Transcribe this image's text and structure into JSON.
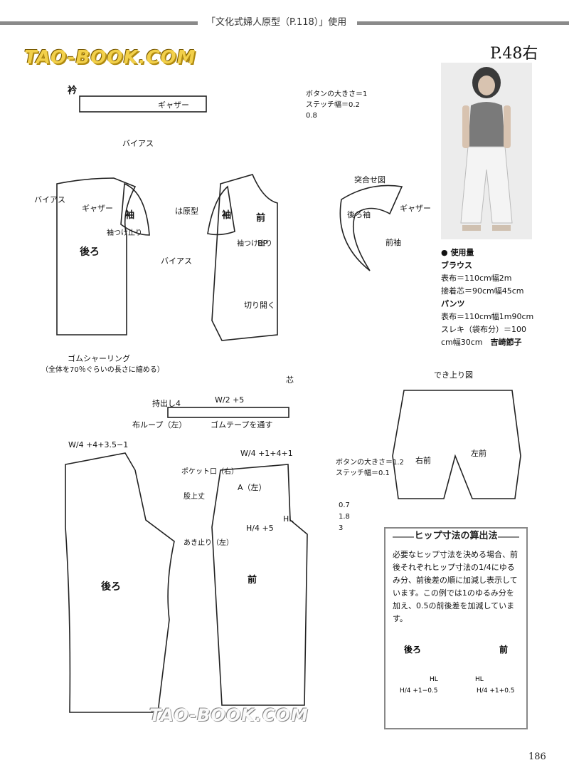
{
  "header": {
    "note": "「文化式婦人原型（P.118）」使用"
  },
  "page_ref": "P.48右",
  "page_number": "186",
  "watermark": "TAO-BOOK.COM",
  "materials": {
    "title": "使用量",
    "blouse_title": "ブラウス",
    "blouse_lines": [
      "表布＝110cm幅2m",
      "接着芯＝90cm幅45cm"
    ],
    "pants_title": "パンツ",
    "pants_lines": [
      "表布＝110cm幅1m90cm",
      "スレキ（袋布分）＝100",
      "cm幅30cm"
    ],
    "designer": "吉崎節子"
  },
  "hip_box": {
    "title": "ヒップ寸法の算出法",
    "text": "必要なヒップ寸法を決める場合、前後それぞれヒップ寸法の1/4にゆるみ分、前後差の順に加減し表示しています。この例では1のゆるみ分を加え、0.5の前後差を加減しています。",
    "back_label": "後ろ",
    "front_label": "前",
    "hl": "HL",
    "back_formula": "H/4 +1−0.5",
    "front_formula": "H/4 +1+0.5"
  },
  "labels": {
    "collar": "衿",
    "gather": "ギャザー",
    "bias": "バイアス",
    "sleeve": "袖",
    "back": "後ろ",
    "front": "前",
    "sleeve_stop": "袖つけ止り",
    "bp": "BP",
    "cut_open": "切り開く",
    "rubber_shirring": "ゴムシャーリング",
    "rubber_note": "（全体を70％ぐらいの長さに縮める）",
    "center": "芯",
    "original": "は原型",
    "button_note_1": "ボタンの大きさ＝1",
    "stitch_note_1": "ステッチ幅＝0.2",
    "stitch_val_1": "0.8",
    "matching": "突合せ図",
    "back_sleeve": "後ろ袖",
    "front_sleeve": "前袖",
    "holder": "持出し4",
    "fabric_loop": "布ループ（左）",
    "rubber_tape": "ゴムテープを通す",
    "waist_formula": "W/2 +5",
    "back_waist": "W/4 +4+3.5−1",
    "front_waist": "W/4 +1+4+1",
    "pocket": "ポケット口（右）",
    "opening": "あき止り（左）",
    "rise": "股上丈",
    "hl": "HL",
    "hip_front": "H/4 +5",
    "a_left": "A（左）",
    "button_note_2": "ボタンの大きさ＝1.2",
    "stitch_note_2": "ステッチ幅＝0.1",
    "stitch_vals_2": [
      "0.7",
      "1.8",
      "3"
    ],
    "finished": "でき上り図",
    "right_front": "右前",
    "left_front": "左前"
  }
}
